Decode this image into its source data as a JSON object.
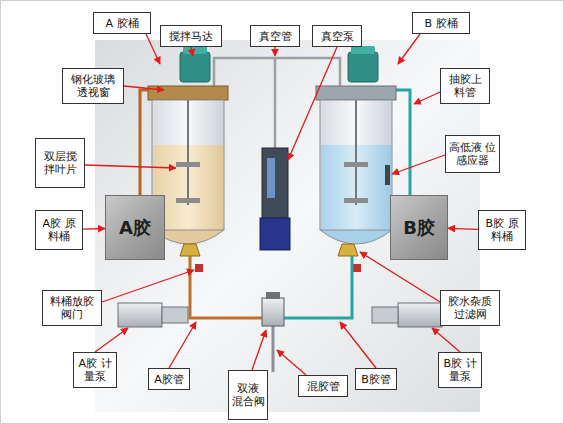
{
  "diagram": {
    "nodes": [
      {
        "text": [
          "A 胶桶"
        ]
      },
      {
        "text": [
          "搅拌马达"
        ]
      },
      {
        "text": [
          "真空管"
        ]
      },
      {
        "text": [
          "真空泵"
        ]
      },
      {
        "text": [
          "B 胶桶"
        ]
      },
      {
        "text": [
          "钢化玻璃 透视窗"
        ]
      },
      {
        "text": [
          "抽胶上 料管"
        ]
      },
      {
        "text": [
          "双层搅 拌叶片"
        ]
      },
      {
        "text": [
          "高低液 位感应器"
        ]
      },
      {
        "text": [
          "A胶 原料桶"
        ]
      },
      {
        "text": [
          "A胶"
        ]
      },
      {
        "text": [
          "B胶"
        ]
      },
      {
        "text": [
          "B胶 原料桶"
        ]
      },
      {
        "text": [
          "料桶放胶 阀门"
        ]
      },
      {
        "text": [
          "胶水杂质 过滤网"
        ]
      },
      {
        "text": [
          "A胶 计量泵"
        ]
      },
      {
        "text": [
          "A胶管"
        ]
      },
      {
        "text": [
          "双液 混合阀"
        ]
      },
      {
        "text": [
          "混胶管"
        ]
      },
      {
        "text": [
          "B胶管"
        ]
      },
      {
        "text": [
          "B胶 计量泵"
        ]
      }
    ],
    "edges": [
      {
        "from": 9,
        "to": 10,
        "arrow": "to"
      },
      {
        "from": 12,
        "to": 11,
        "arrow": "to"
      }
    ]
  }
}
